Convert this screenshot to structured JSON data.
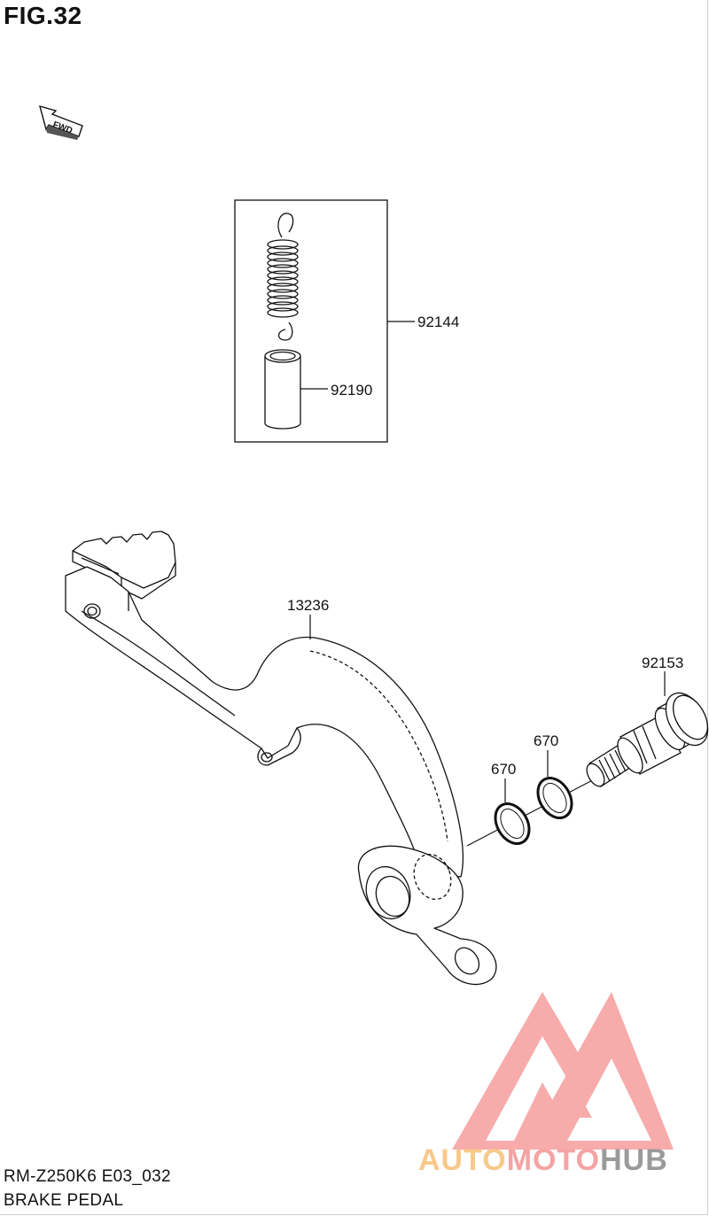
{
  "figure": {
    "title": "FIG.32",
    "fwd_label": "FWD"
  },
  "parts": [
    {
      "number": "92144",
      "name": "spring-kit"
    },
    {
      "number": "92190",
      "name": "spacer-sleeve"
    },
    {
      "number": "13236",
      "name": "brake-pedal"
    },
    {
      "number": "92153",
      "name": "pivot-bolt"
    },
    {
      "number": "670",
      "name": "o-ring-inner"
    },
    {
      "number": "670",
      "name": "o-ring-outer"
    }
  ],
  "footer": {
    "model_code": "RM-Z250K6 E03_032",
    "figure_name": "BRAKE PEDAL"
  },
  "watermark": {
    "brand_a": "AUTO",
    "brand_b": "MOTO",
    "brand_c": "HUB",
    "color_a": "#f7c98a",
    "color_b": "#f5a3a3",
    "color_c": "#9a9a9a",
    "logo_color": "#f58f8f"
  }
}
